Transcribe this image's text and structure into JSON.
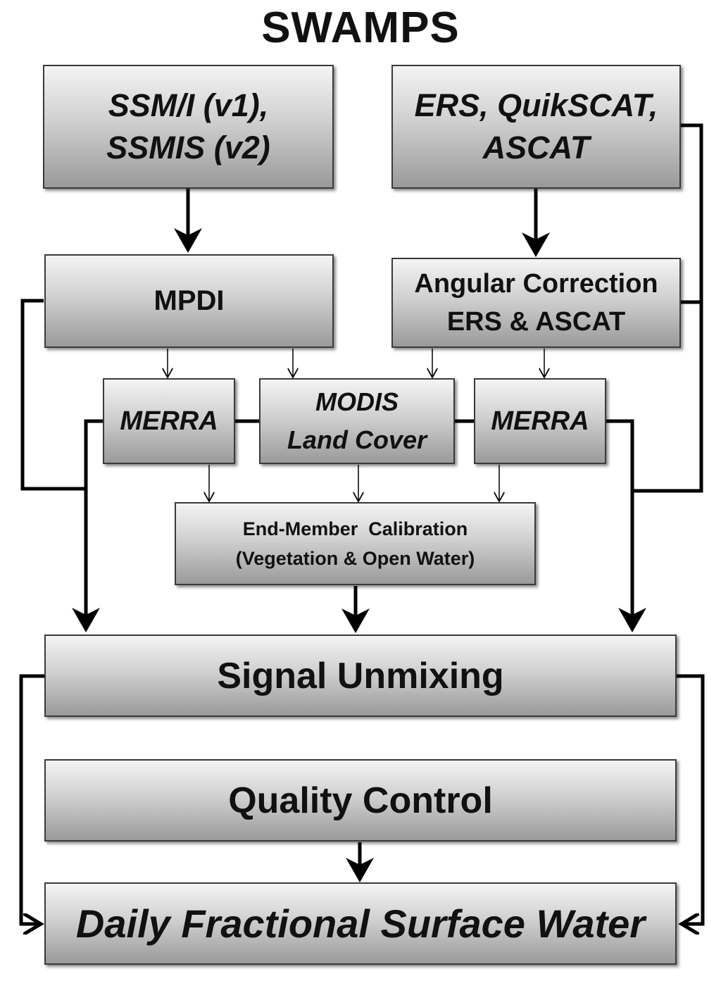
{
  "title": "SWAMPS",
  "boxes": {
    "ssmi_line1": "SSM/I (v1),",
    "ssmi_line2": "SSMIS (v2)",
    "scat_line1": "ERS, QuikSCAT,",
    "scat_line2": "ASCAT",
    "mpdi": "MPDI",
    "angular_line1": "Angular Correction",
    "angular_line2": "ERS & ASCAT",
    "merra_left": "MERRA",
    "modis_line1": "MODIS",
    "modis_line2": "Land Cover",
    "merra_right": "MERRA",
    "endmember_line1": "End-Member  Calibration",
    "endmember_line2": "(Vegetation & Open Water)",
    "unmixing": "Signal Unmixing",
    "quality": "Quality Control",
    "output": "Daily Fractional Surface Water"
  }
}
